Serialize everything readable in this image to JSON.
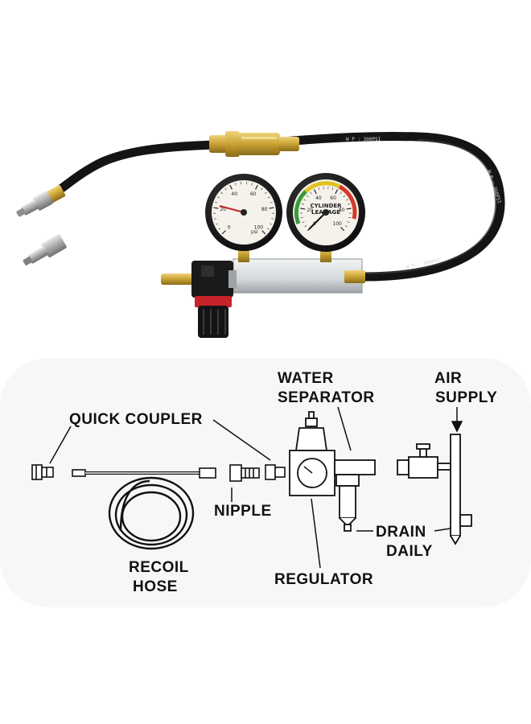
{
  "photo": {
    "left_gauge": {
      "marks": [
        "0",
        "20",
        "40",
        "60",
        "80",
        "100"
      ],
      "units": "psi"
    },
    "right_gauge": {
      "title_1": "CYLINDER",
      "title_2": "LEAKAGE",
      "marks": [
        "0",
        "20",
        "40",
        "60",
        "80",
        "100"
      ]
    },
    "hose_marking": "W P : 300PSI"
  },
  "diagram": {
    "labels": {
      "water_separator_1": "WATER",
      "water_separator_2": "SEPARATOR",
      "air_supply_1": "AIR",
      "air_supply_2": "SUPPLY",
      "quick_coupler": "QUICK COUPLER",
      "nipple": "NIPPLE",
      "drain_daily_1": "DRAIN",
      "drain_daily_2": "DAILY",
      "recoil_hose_1": "RECOIL",
      "recoil_hose_2": "HOSE",
      "regulator": "REGULATOR"
    }
  },
  "colors": {
    "hose": "#141414",
    "brass": "#c9a233",
    "aluminum": "#d9dde0",
    "gauge_face": "#f4f2ea",
    "regulator_red": "#c8232b",
    "zone_green": "#3a9a3a",
    "zone_yellow": "#e3c21d",
    "zone_red": "#d63a2a"
  }
}
